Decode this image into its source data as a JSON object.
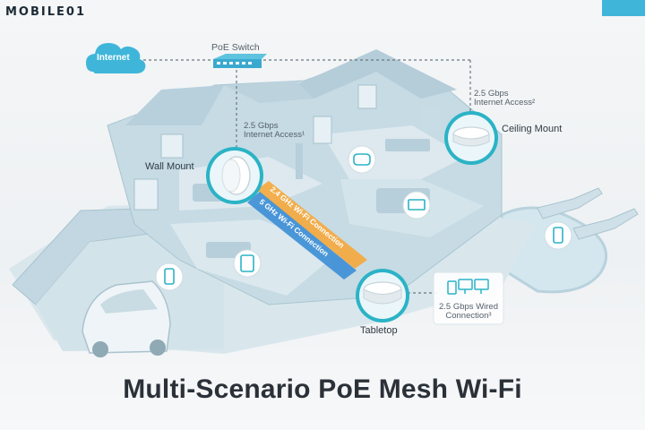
{
  "watermark": "MOBILE01",
  "title": "Multi-Scenario PoE Mesh Wi-Fi",
  "internet_label": "Internet",
  "poe_switch_label": "PoE Switch",
  "wall_mount": {
    "label": "Wall Mount",
    "speed_line1": "2.5 Gbps",
    "speed_line2": "Internet Access¹"
  },
  "ceiling_mount": {
    "label": "Ceiling Mount",
    "speed_line1": "2.5 Gbps",
    "speed_line2": "Internet Access²"
  },
  "tabletop": {
    "label": "Tabletop",
    "wired_line1": "2.5 Gbps Wired",
    "wired_line2": "Connection³"
  },
  "band_24": "2.4 GHz Wi-Fi Connection",
  "band_5": "5 GHz Wi-Fi Connection",
  "colors": {
    "accent_teal": "#2bb3c6",
    "band_orange": "#f4a93f",
    "band_blue": "#3e8fd6",
    "house_fill": "#c9dde6"
  }
}
